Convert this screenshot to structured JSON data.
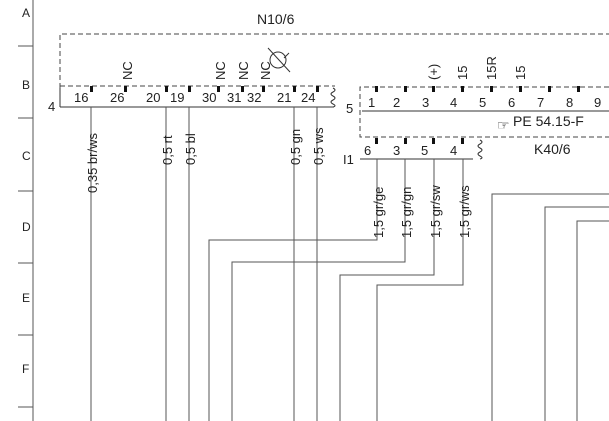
{
  "rows": [
    "A",
    "B",
    "C",
    "D",
    "E",
    "F"
  ],
  "n10": {
    "title": "N10/6",
    "connector": "4",
    "pins": [
      "16",
      "26",
      "20",
      "19",
      "30",
      "31",
      "32",
      "21",
      "24"
    ],
    "nc_labels": [
      "NC",
      "NC",
      "NC",
      "NC"
    ]
  },
  "k40": {
    "title": "K40/6",
    "connector_top": "5",
    "connector_bottom": "I1",
    "pins_top": [
      "1",
      "2",
      "3",
      "4",
      "5",
      "6",
      "7",
      "8",
      "9"
    ],
    "pin_labels": [
      "(+)",
      "15",
      "15R",
      "15"
    ],
    "pins_bottom": [
      "6",
      "3",
      "5",
      "4"
    ],
    "reference": "PE 54.15-F"
  },
  "wires": [
    "0,35 br/ws",
    "0,5 rt",
    "0,5 bl",
    "0,5 gn",
    "0,5 ws",
    "1,5 gr/ge",
    "1,5 gr/gn",
    "1,5 gr/sw",
    "1,5 gr/ws"
  ]
}
